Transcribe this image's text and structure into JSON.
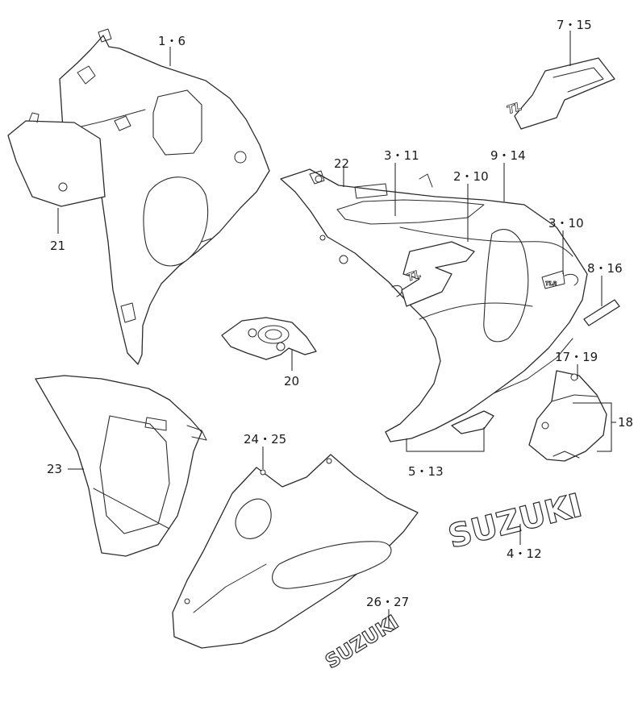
{
  "callouts": {
    "c_1_6": "1・6",
    "c_7_15": "7・15",
    "c_22": "22",
    "c_3_11": "3・11",
    "c_9_14": "9・14",
    "c_2_10": "2・10",
    "c_3_10": "3・10",
    "c_8_16": "8・16",
    "c_21": "21",
    "c_20": "20",
    "c_17_19": "17・19",
    "c_18": "18",
    "c_24_25": "24・25",
    "c_23": "23",
    "c_5_13": "5・13",
    "c_4_12": "4・12",
    "c_26_27": "26・27"
  },
  "decals": {
    "brand_large": "SUZUKI",
    "brand_small": "SUZUKI"
  },
  "colors": {
    "line": "#2b2b2b",
    "background": "#ffffff"
  }
}
